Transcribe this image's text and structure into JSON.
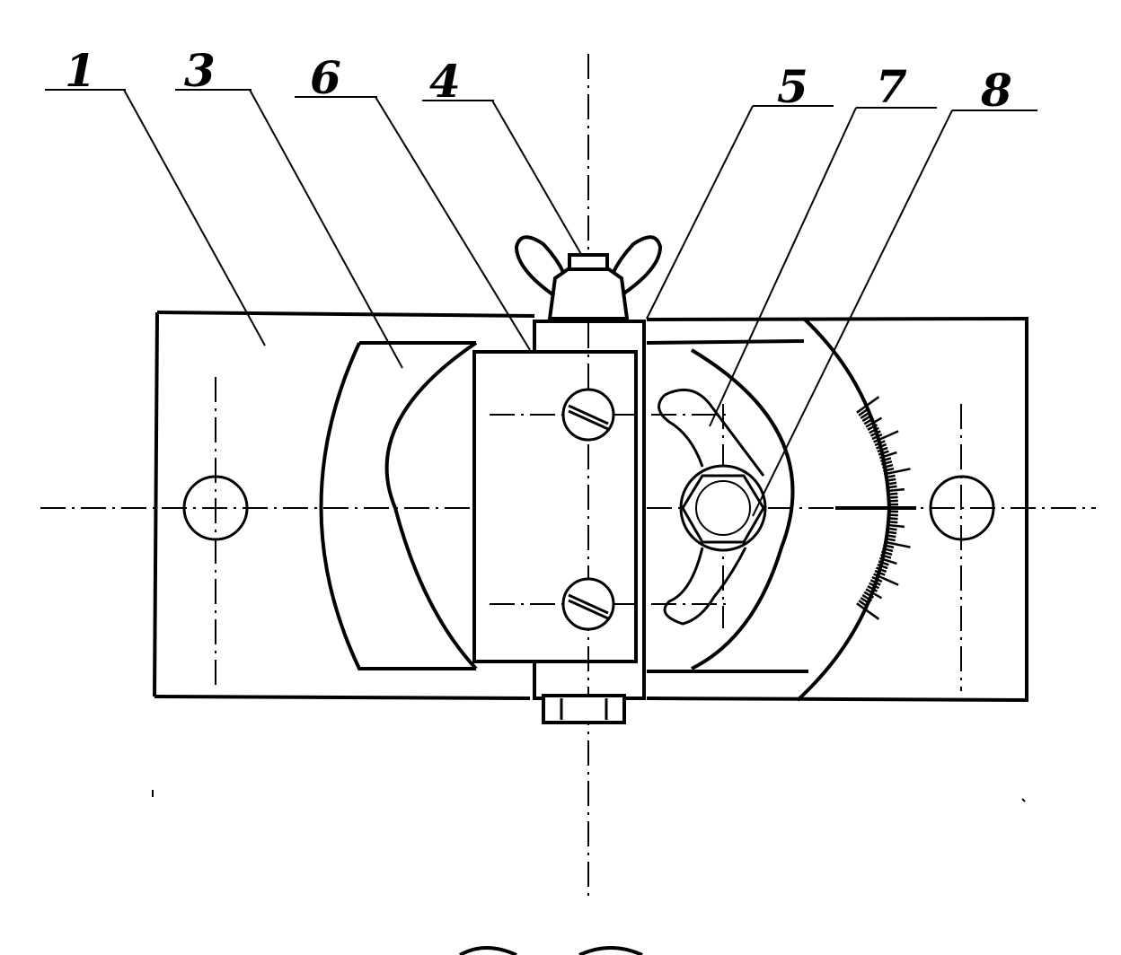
{
  "figure": {
    "callouts": [
      {
        "id": "1",
        "label": "1"
      },
      {
        "id": "3",
        "label": "3"
      },
      {
        "id": "6",
        "label": "6"
      },
      {
        "id": "4",
        "label": "4"
      },
      {
        "id": "5",
        "label": "5"
      },
      {
        "id": "7",
        "label": "7"
      },
      {
        "id": "8",
        "label": "8"
      }
    ],
    "scale": {
      "tick_count": 60
    }
  }
}
